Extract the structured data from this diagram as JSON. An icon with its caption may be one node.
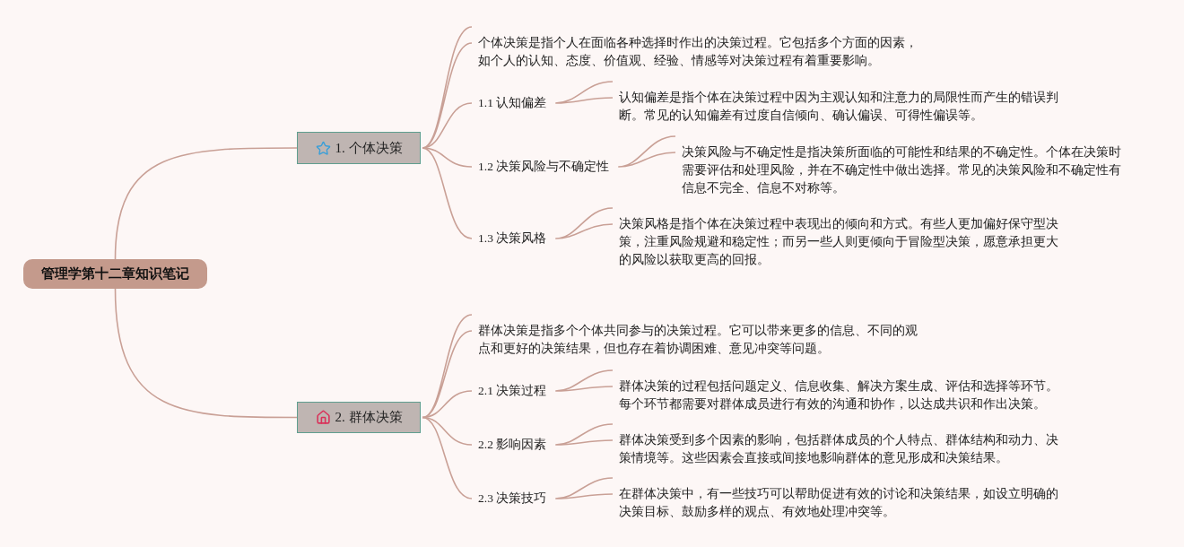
{
  "diagram": {
    "nodes": [
      {
        "text": [
          "管理学第十二章知识笔记"
        ]
      },
      {
        "text": [
          "1. 个体决策"
        ]
      },
      {
        "text": [
          "个体决策是指个人在面临各种选择时作出的决策过程。它包括多个方面的因素，如个人的认知、态度、价值观、经验、情感等对决策过程有着重要影响。"
        ]
      },
      {
        "text": [
          "1.1 认知偏差"
        ]
      },
      {
        "text": [
          "认知偏差是指个体在决策过程中因为主观认知和注意力的局限性而产生的错误判断。常见的认知偏差有过度自信倾向、确认偏误、可得性偏误等。"
        ]
      },
      {
        "text": [
          "1.2 决策风险与不确定性"
        ]
      },
      {
        "text": [
          "决策风险与不确定性是指决策所面临的可能性和结果的不确定性。个体在决策时需要评估和处理风险，并在不确定性中做出选择。常见的决策风险和不确定性有信息不完全、信息不对称等。"
        ]
      },
      {
        "text": [
          "1.3 决策风格"
        ]
      },
      {
        "text": [
          "决策风格是指个体在决策过程中表现出的倾向和方式。有些人更加偏好保守型决策，注重风险规避和稳定性；而另一些人则更倾向于冒险型决策，愿意承担更大的风险以获取更高的回报。"
        ]
      },
      {
        "text": [
          "2. 群体决策"
        ]
      },
      {
        "text": [
          "群体决策是指多个个体共同参与的决策过程。它可以带来更多的信息、不同的观点和更好的决策结果，但也存在着协调困难、意见冲突等问题。"
        ]
      },
      {
        "text": [
          "2.1 决策过程"
        ]
      },
      {
        "text": [
          "群体决策的过程包括问题定义、信息收集、解决方案生成、评估和选择等环节。每个环节都需要对群体成员进行有效的沟通和协作，以达成共识和作出决策。"
        ]
      },
      {
        "text": [
          "2.2 影响因素"
        ]
      },
      {
        "text": [
          "群体决策受到多个因素的影响，包括群体成员的个人特点、群体结构和动力、决策情境等。这些因素会直接或间接地影响群体的意见形成和决策结果。"
        ]
      },
      {
        "text": [
          "2.3 决策技巧"
        ]
      },
      {
        "text": [
          "在群体决策中，有一些技巧可以帮助促进有效的讨论和决策结果，如设立明确的决策目标、鼓励多样的观点、有效地处理冲突等。"
        ]
      }
    ],
    "edges": [
      {
        "from": 0,
        "to": 1,
        "arrow": "none"
      },
      {
        "from": 0,
        "to": 9,
        "arrow": "none"
      },
      {
        "from": 1,
        "to": 2,
        "arrow": "none"
      },
      {
        "from": 1,
        "to": 3,
        "arrow": "none"
      },
      {
        "from": 1,
        "to": 5,
        "arrow": "none"
      },
      {
        "from": 1,
        "to": 7,
        "arrow": "none"
      },
      {
        "from": 3,
        "to": 4,
        "arrow": "none"
      },
      {
        "from": 5,
        "to": 6,
        "arrow": "none"
      },
      {
        "from": 7,
        "to": 8,
        "arrow": "none"
      },
      {
        "from": 9,
        "to": 10,
        "arrow": "none"
      },
      {
        "from": 9,
        "to": 11,
        "arrow": "none"
      },
      {
        "from": 9,
        "to": 13,
        "arrow": "none"
      },
      {
        "from": 9,
        "to": 15,
        "arrow": "none"
      },
      {
        "from": 11,
        "to": 12,
        "arrow": "none"
      },
      {
        "from": 13,
        "to": 14,
        "arrow": "none"
      },
      {
        "from": 15,
        "to": 16,
        "arrow": "none"
      }
    ]
  }
}
